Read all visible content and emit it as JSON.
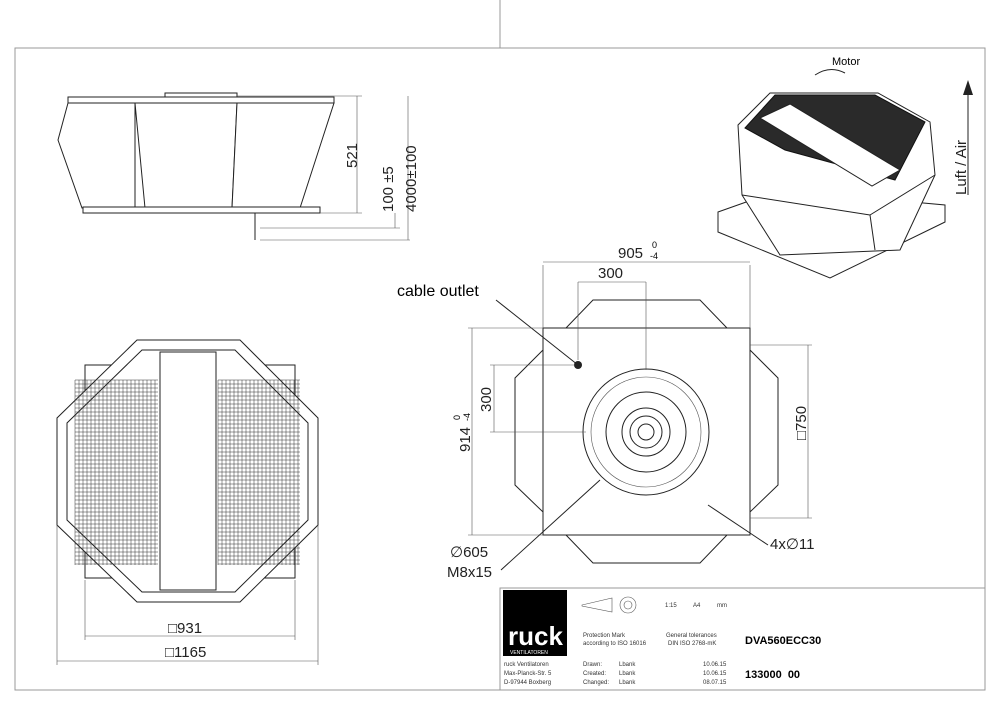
{
  "side_view": {
    "height_dim": "521",
    "gap_dim": "100 ±5",
    "cable_dim": "4000±100"
  },
  "top_view": {
    "inner_dim": "□931",
    "outer_dim": "□1165"
  },
  "bottom_view": {
    "width_dim": "905",
    "width_tol_upper": "0",
    "width_tol_lower": "-4",
    "offset_dim_h": "300",
    "cable_outlet_label": "cable outlet",
    "height_dim": "914",
    "height_tol_upper": "0",
    "height_tol_lower": "-4",
    "offset_dim_v": "300",
    "square_dim": "□750",
    "holes_label": "4x∅11",
    "circle_dim": "∅605",
    "thread_label": "M8x15"
  },
  "iso_view": {
    "motor_label": "Motor",
    "airflow_label": "Luft / Air"
  },
  "title_block": {
    "logo_text": "ruck",
    "logo_sub": "VENTILATOREN",
    "scale": "1:15",
    "paper": "A4",
    "unit": "mm",
    "protection_line1": "Protection Mark",
    "protection_line2": "according to ISO 16016",
    "tolerance_line1": "General tolerances",
    "tolerance_line2": "DIN ISO 2768-mK",
    "model": "DVA560ECC30",
    "company": [
      "ruck Ventilatoren",
      "Max-Planck-Str. 5",
      "D-97944 Boxberg"
    ],
    "rows": [
      {
        "label": "Drawn:",
        "name": "Lbank",
        "date": "10.06.15"
      },
      {
        "label": "Created:",
        "name": "Lbank",
        "date": "10.06.15"
      },
      {
        "label": "Changed:",
        "name": "Lbank",
        "date": "08.07.15"
      }
    ],
    "drawing_number": "133000  00"
  }
}
